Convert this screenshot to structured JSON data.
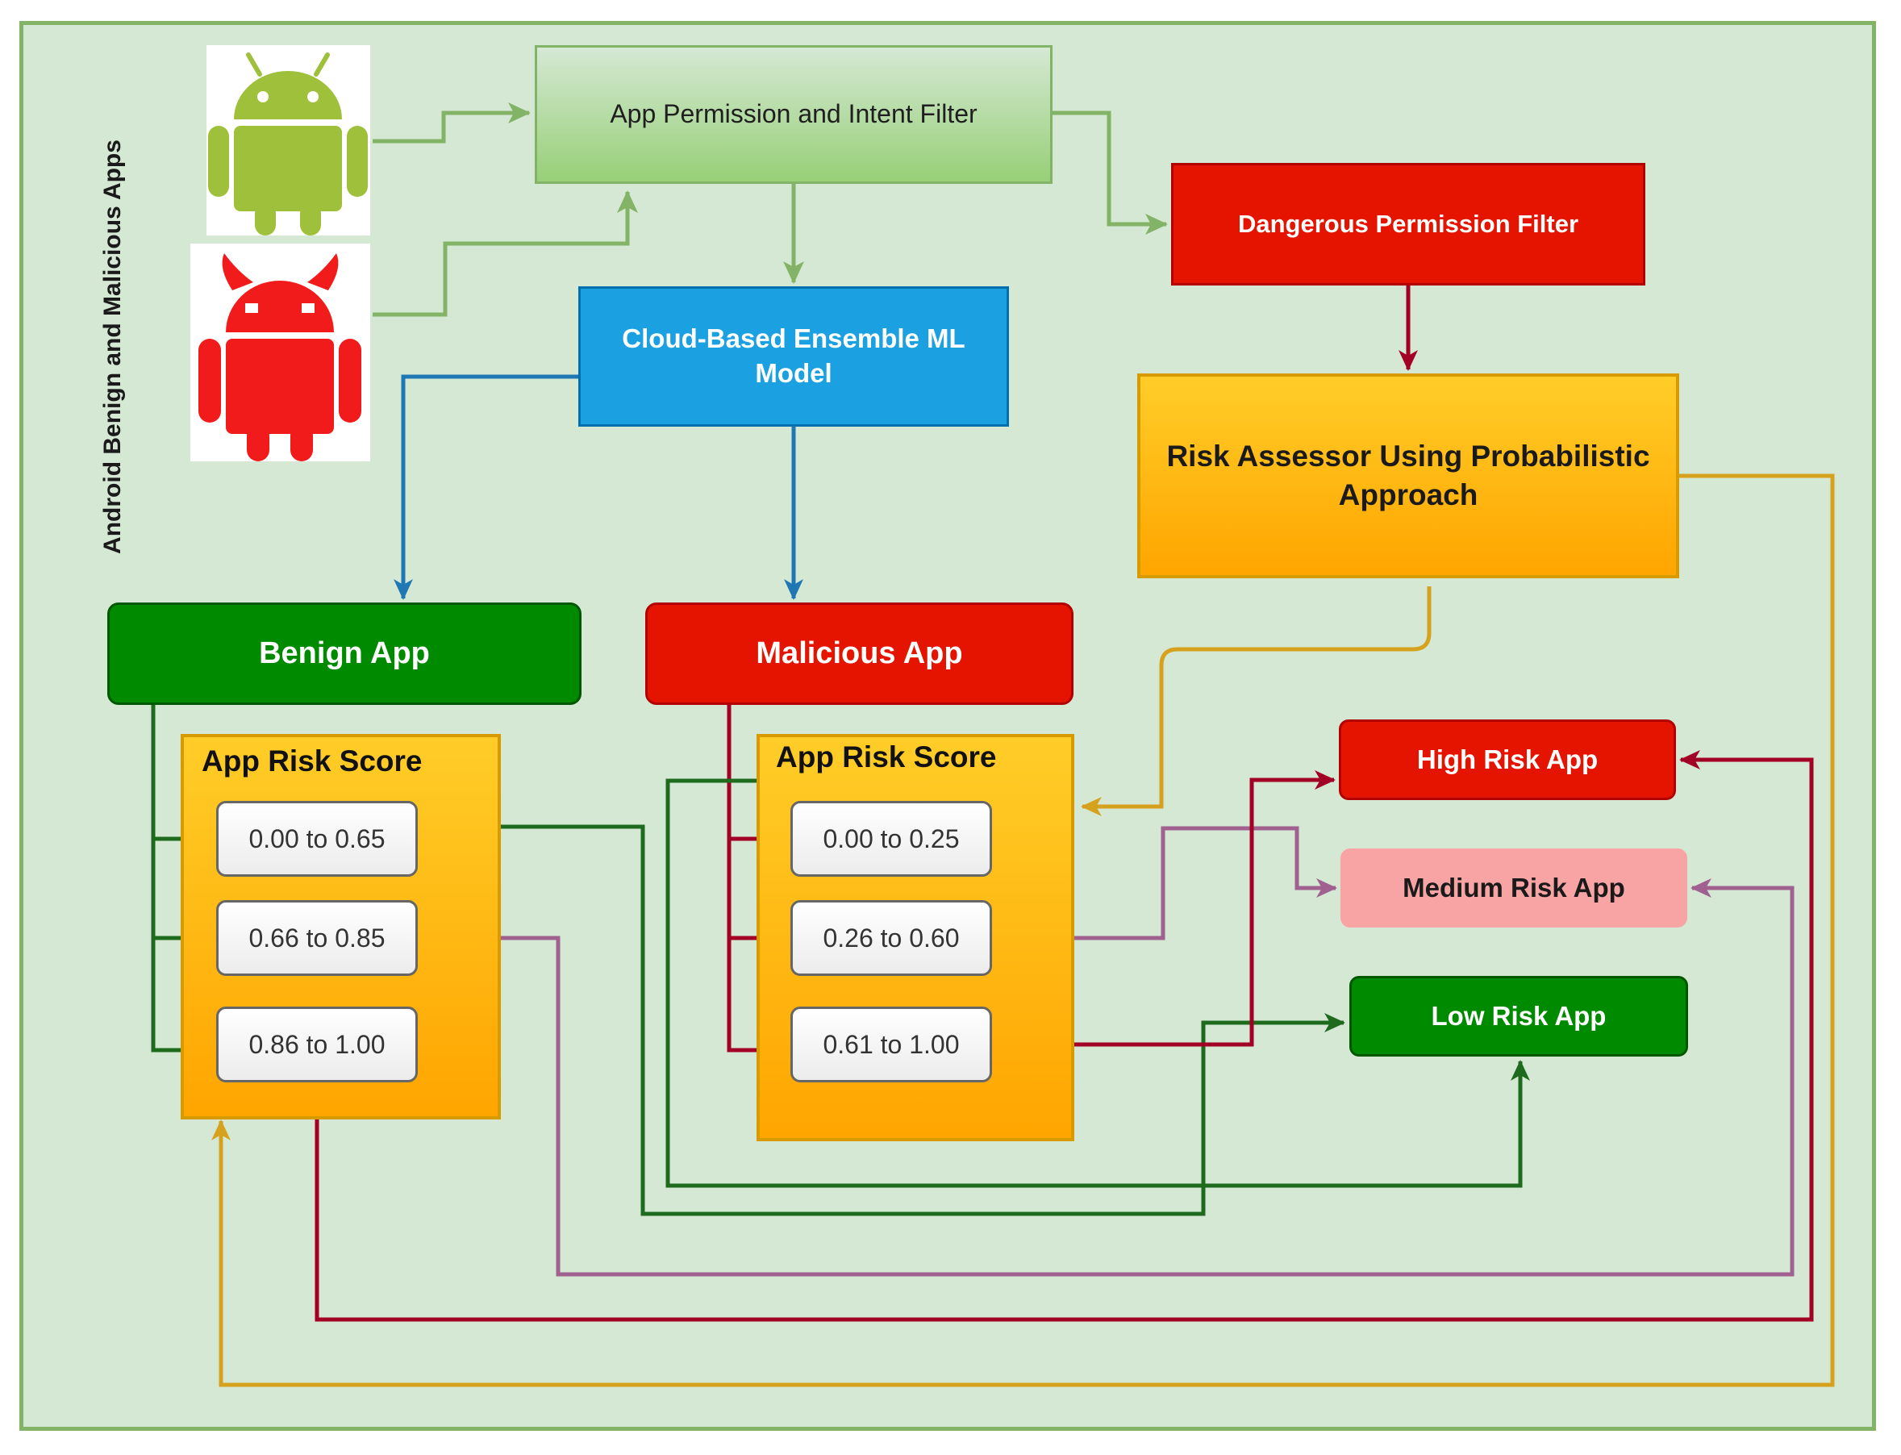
{
  "side_label": "Android Benign and Malicious Apps",
  "icons": {
    "benign": {
      "name": "android-robot-icon",
      "color": "#9fc03b"
    },
    "malicious": {
      "name": "android-devil-icon",
      "color": "#f21b1b"
    }
  },
  "nodes": {
    "filter": "App Permission and Intent Filter",
    "dangerous": "Dangerous Permission Filter",
    "cloud": "Cloud-Based Ensemble ML Model",
    "risk_assessor": "Risk Assessor Using Probabilistic Approach",
    "benign_app": "Benign App",
    "malicious_app": "Malicious App",
    "high": "High Risk App",
    "medium": "Medium Risk App",
    "low": "Low Risk App"
  },
  "benign_panel": {
    "title": "App Risk Score",
    "ranges": [
      "0.00 to 0.65",
      "0.66 to 0.85",
      "0.86 to 1.00"
    ]
  },
  "malicious_panel": {
    "title": "App Risk Score",
    "ranges": [
      "0.00 to 0.25",
      "0.26 to 0.60",
      "0.61 to 1.00"
    ]
  },
  "colors": {
    "background": "#d5e8d4",
    "frame": "#82b366",
    "green_wire": "#82b366",
    "blue_wire": "#1f77b4",
    "dark_red_wire": "#a20025",
    "dark_green_wire": "#1e6b1e",
    "purple_wire": "#a06090",
    "orange_wire": "#d6a11c"
  }
}
